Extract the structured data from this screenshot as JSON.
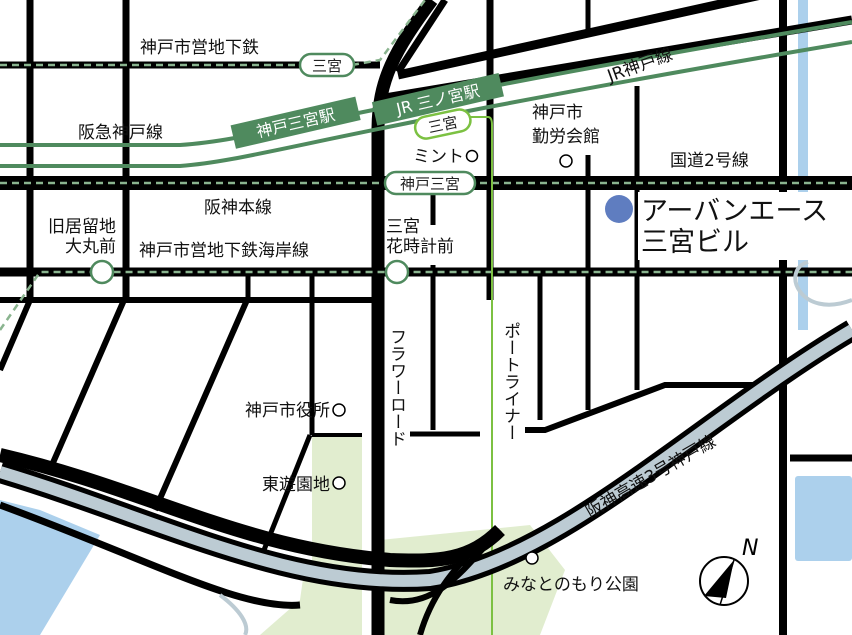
{
  "title": "アーバンエース三宮ビル",
  "target": {
    "name_line1": "アーバンエース",
    "name_line2": "三宮ビル",
    "marker_color": "#5f7dc0"
  },
  "colors": {
    "rail_green": "#4f8a5e",
    "portliner_green": "#7cc142",
    "park": "#e1edcf",
    "water": "#acd0ec",
    "highway": "#bccbd3"
  },
  "lines": {
    "subway_seishin": "神戸市営地下鉄",
    "hankyu": "阪急神戸線",
    "hanshin": "阪神本線",
    "subway_kaigan": "神戸市営地下鉄海岸線",
    "jr": "JR神戸線",
    "route2": "国道2号線",
    "flower_road": "フラワーロード",
    "portliner": "ポートライナー",
    "expressway": "阪神高速3号神戸線"
  },
  "stations": {
    "sannomiya_subway": "三宮",
    "kobe_sannomiya_hankyu": "神戸三宮駅",
    "jr_sannomiya": "JR 三ノ宮駅",
    "sannomiya_portliner": "三宮",
    "kobe_sannomiya_hanshin": "神戸三宮",
    "kyukyoryuchi_line1": "旧居留地",
    "kyukyoryuchi_line2": "大丸前",
    "hanadokei_line1": "三宮",
    "hanadokei_line2": "花時計前"
  },
  "landmarks": {
    "mint": "ミント",
    "kinrou_line1": "神戸市",
    "kinrou_line2": "勤労会館",
    "city_hall": "神戸市役所",
    "higashi_yuenchi": "東遊園地",
    "minatonomori": "みなとのもり公園"
  },
  "compass": {
    "label": "N",
    "icon": "compass-north-icon"
  }
}
